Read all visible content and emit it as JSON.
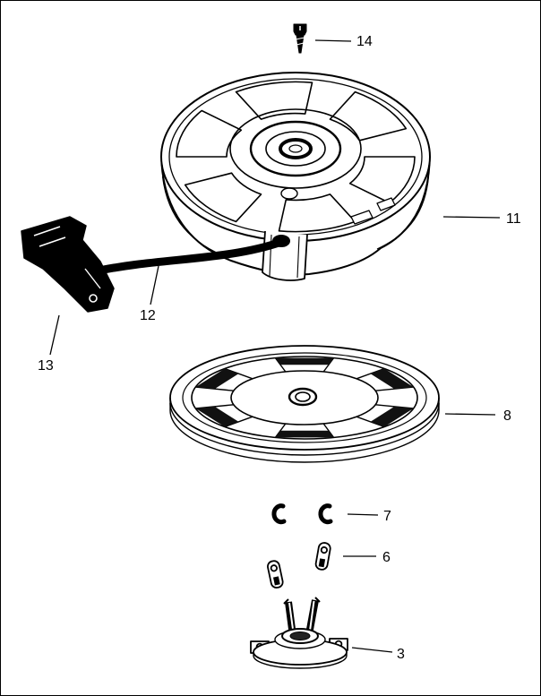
{
  "page": {
    "background": "#ffffff",
    "line_color": "#000000"
  },
  "diagram": {
    "type": "exploded-parts-diagram",
    "callouts": [
      {
        "part": "screw",
        "label": "14"
      },
      {
        "part": "recoil-housing",
        "label": "11"
      },
      {
        "part": "starter-rope",
        "label": "12"
      },
      {
        "part": "starter-handle",
        "label": "13"
      },
      {
        "part": "pulley",
        "label": "8"
      },
      {
        "part": "pawl-springs",
        "label": "7"
      },
      {
        "part": "pawls",
        "label": "6"
      },
      {
        "part": "starter-cup",
        "label": "3"
      }
    ]
  }
}
